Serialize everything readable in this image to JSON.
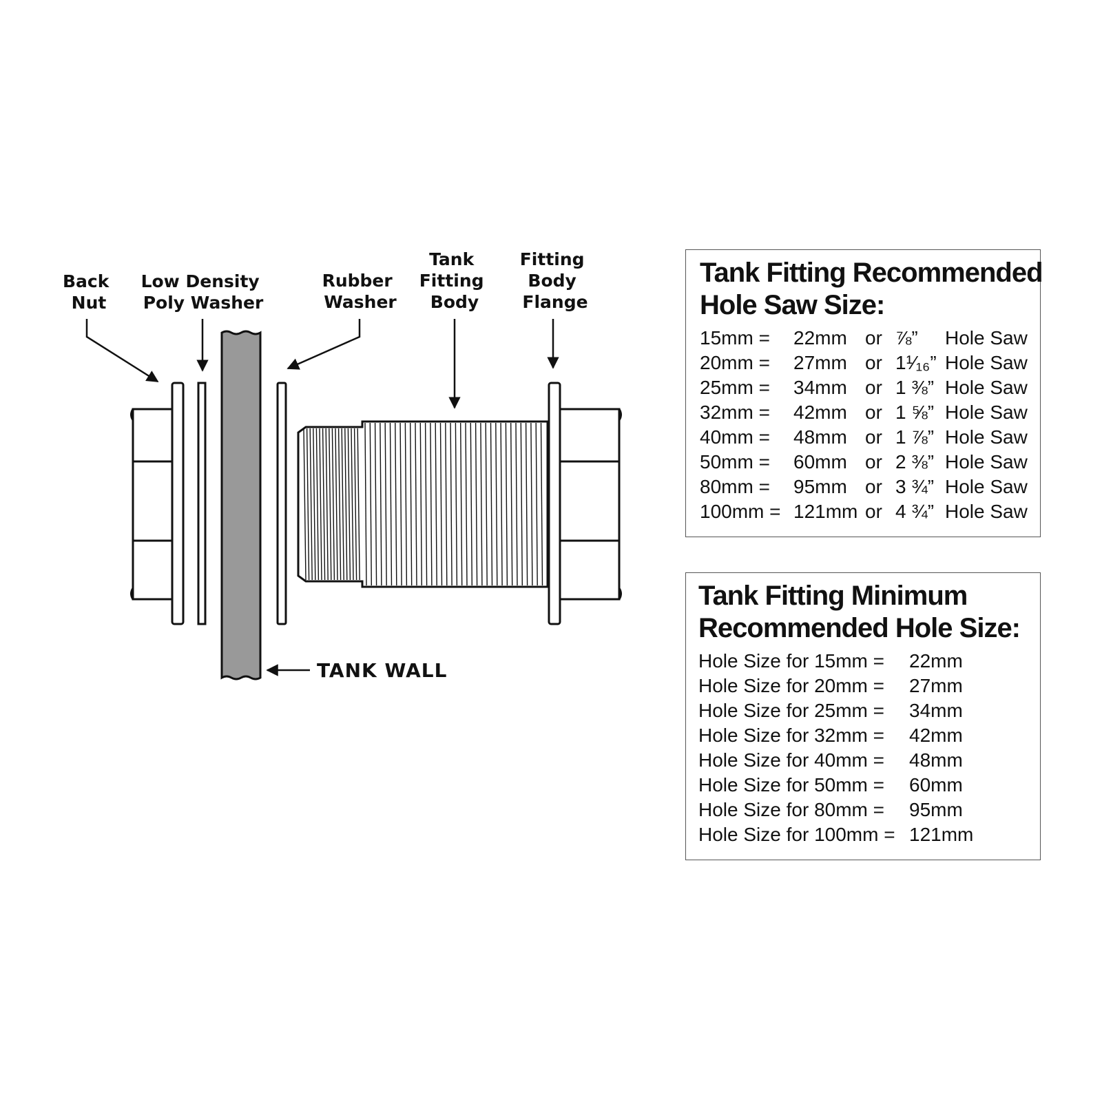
{
  "labels": {
    "back_nut": [
      "Back",
      "Nut"
    ],
    "poly_washer": [
      "Low Density",
      "Poly Washer"
    ],
    "rubber_washer": [
      "Rubber",
      "Washer"
    ],
    "fitting_body": [
      "Tank",
      "Fitting",
      "Body"
    ],
    "flange": [
      "Fitting",
      "Body",
      "Flange"
    ],
    "tank_wall": "TANK WALL"
  },
  "hole_saw_table": {
    "title_line1": "Tank Fitting Recommended",
    "title_line2": "Hole Saw Size:",
    "rows": [
      {
        "size": "15mm =",
        "hole": "22mm",
        "or": "or",
        "inch": "⅞”",
        "saw": "Hole Saw"
      },
      {
        "size": "20mm =",
        "hole": "27mm",
        "or": "or",
        "inch": "1¹⁄₁₆”",
        "saw": "Hole Saw"
      },
      {
        "size": "25mm =",
        "hole": "34mm",
        "or": "or",
        "inch": "1 ⅜”",
        "saw": "Hole Saw"
      },
      {
        "size": "32mm =",
        "hole": "42mm",
        "or": "or",
        "inch": "1 ⅝”",
        "saw": "Hole Saw"
      },
      {
        "size": "40mm =",
        "hole": "48mm",
        "or": "or",
        "inch": "1 ⅞”",
        "saw": "Hole Saw"
      },
      {
        "size": "50mm =",
        "hole": "60mm",
        "or": "or",
        "inch": "2 ⅜”",
        "saw": "Hole Saw"
      },
      {
        "size": "80mm =",
        "hole": "95mm",
        "or": "or",
        "inch": "3 ¾”",
        "saw": "Hole Saw"
      },
      {
        "size": "100mm =",
        "hole": "121mm",
        "or": "or",
        "inch": "4 ¾”",
        "saw": "Hole Saw"
      }
    ]
  },
  "min_hole_table": {
    "title_line1": "Tank Fitting Minimum",
    "title_line2": "Recommended Hole Size:",
    "rows": [
      {
        "label": "Hole Size for 15mm =",
        "value": "22mm"
      },
      {
        "label": "Hole Size for 20mm =",
        "value": "27mm"
      },
      {
        "label": "Hole Size for 25mm =",
        "value": "34mm"
      },
      {
        "label": "Hole Size for 32mm =",
        "value": "42mm"
      },
      {
        "label": "Hole Size for 40mm =",
        "value": "48mm"
      },
      {
        "label": "Hole Size for 50mm =",
        "value": "60mm"
      },
      {
        "label": "Hole Size for 80mm =",
        "value": "95mm"
      },
      {
        "label": "Hole Size for 100mm =",
        "value": "121mm"
      }
    ]
  },
  "colors": {
    "line": "#111111",
    "wall_fill": "#999999",
    "box_border": "#555555"
  }
}
